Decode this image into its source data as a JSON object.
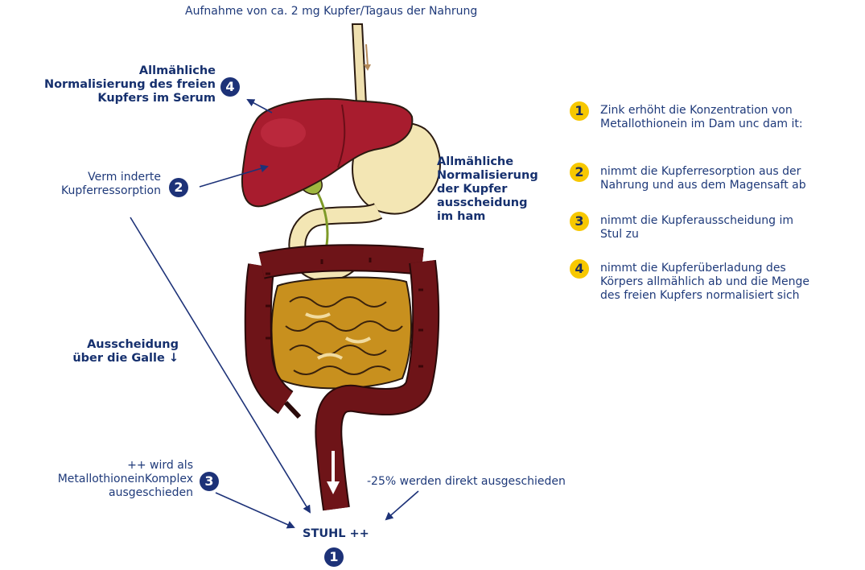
{
  "top_intake": "Aufnahme von ca. 2 mg Kupfer/Tagaus der Nahrung",
  "label_4_left": [
    "Allmähliche",
    "Normalisierung des freien",
    "Kupfers im Serum"
  ],
  "label_2_left": [
    "Verm inderte",
    "Kupferressorption"
  ],
  "label_mid_right": [
    "Allmähliche",
    "Normalisierung",
    "der Kupfer",
    "ausscheidung",
    "im ham"
  ],
  "label_bile": [
    "Ausscheidung",
    "über die Galle ↓"
  ],
  "label_3_left": [
    "++ wird als",
    "MetallothioneinKomplex",
    "ausgeschieden"
  ],
  "label_direct": "-25% werden direkt ausgeschieden",
  "stuhl": "STUHL ++",
  "badges": {
    "one": "1",
    "two": "2",
    "three": "3",
    "four": "4"
  },
  "legend": [
    {
      "num": "1",
      "text": [
        "Zink erhöht die Konzentration von",
        "Metallothionein im Dam unc dam it:"
      ]
    },
    {
      "num": "2",
      "text": [
        "nimmt die Kupferresorption aus der",
        "Nahrung und aus dem Magensaft ab"
      ]
    },
    {
      "num": "3",
      "text": [
        "nimmt die Kupferausscheidung im",
        "Stul zu"
      ]
    },
    {
      "num": "4",
      "text": [
        "nimmt die Kupferüberladung des",
        "Körpers allmählich ab und die Menge",
        "des freien Kupfers normalisiert sich"
      ]
    }
  ],
  "colors": {
    "navy": "#1d3278",
    "badge_yellow": "#f7c800",
    "liver": "#a81c2e",
    "intestine": "#6e1418",
    "small_intestine": "#c8901e",
    "stomach": "#f3e6b4",
    "text": "#1f3a7a"
  },
  "icons": {
    "badge": "number-circle-icon",
    "arrow": "arrow-icon"
  }
}
